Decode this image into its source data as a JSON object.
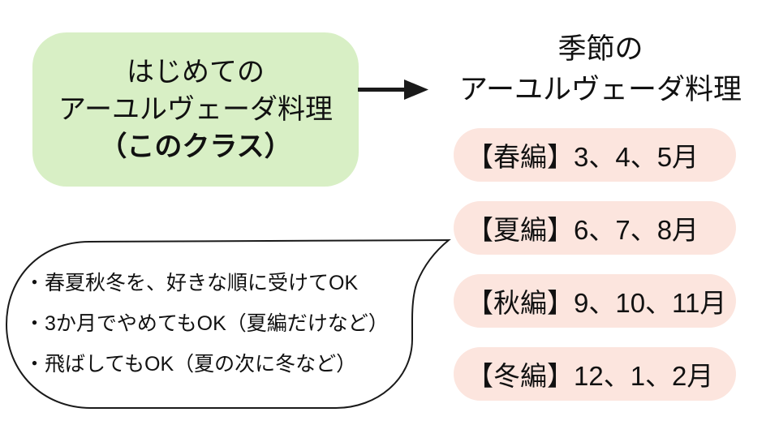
{
  "colors": {
    "green_box_bg": "#d8efc5",
    "pill_bg": "#fce5de",
    "ink": "#111111",
    "stroke": "#1a1a1a"
  },
  "left_box": {
    "line1": "はじめての",
    "line2": "アーユルヴェーダ料理",
    "line3": "（このクラス）"
  },
  "arrow": {
    "icon": "arrow-right-icon"
  },
  "right": {
    "title_line1": "季節の",
    "title_line2": "アーユルヴェーダ料理",
    "pills": [
      {
        "label": "【春編】3、4、5月"
      },
      {
        "label": "【夏編】6、7、8月"
      },
      {
        "label": "【秋編】9、10、11月"
      },
      {
        "label": "【冬編】12、1、2月"
      }
    ]
  },
  "bubble": {
    "lines": [
      "・春夏秋冬を、好きな順に受けてOK",
      "・3か月でやめてもOK（夏編だけなど）",
      "・飛ばしてもOK（夏の次に冬など）"
    ]
  }
}
